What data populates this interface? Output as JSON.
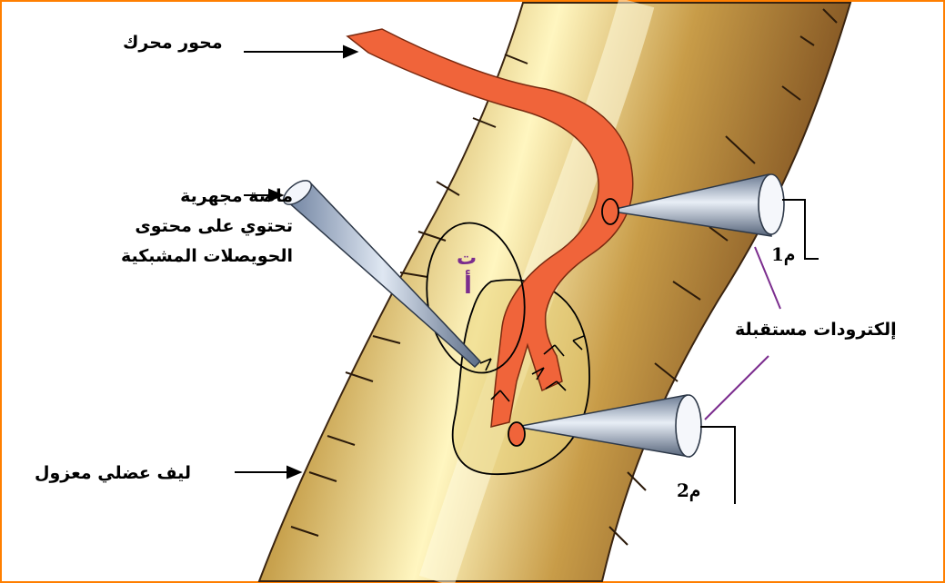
{
  "labels": {
    "motor_axon": "محور محرك",
    "micropipette": [
      "ماصة مجهرية",
      "تحتوي على محتوى",
      "الحويصلات المشبكية"
    ],
    "receiving_electrodes": "إلكترودات مستقبلة",
    "isolated_muscle_fiber": "ليف عضلي معزول",
    "electrode_1": "م1",
    "electrode_2": "م2",
    "zone_a": "أ",
    "zone_t": "ت"
  },
  "colors": {
    "border": "#ff7f00",
    "fiber": "#c8a24e",
    "fiber_highlight": "#fff4b8",
    "axon": "#f0643a",
    "electrode_line": "#7b2d8e",
    "pipette": "#8d9fb8"
  }
}
